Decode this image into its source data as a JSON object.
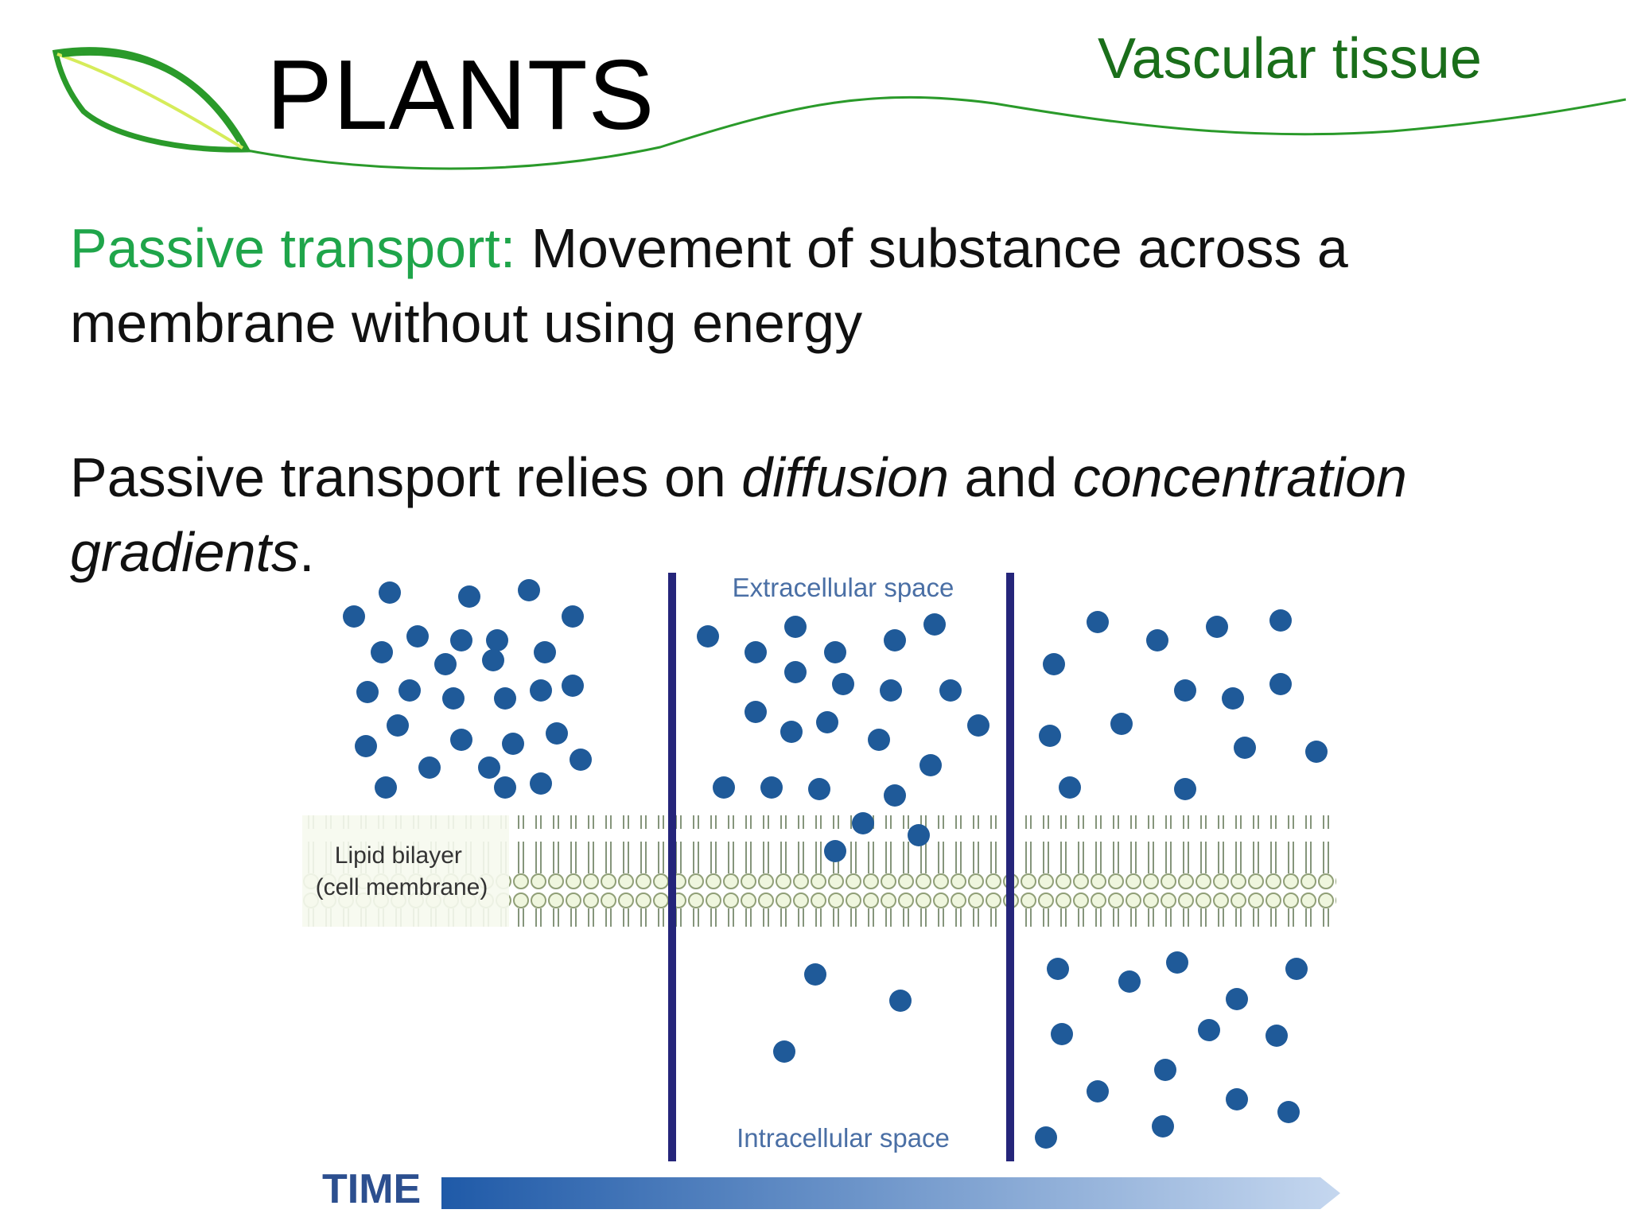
{
  "header": {
    "title": "PLANTS",
    "section": "Vascular tissue"
  },
  "body": {
    "term": "Passive transport:",
    "definition": " Movement of substance across a membrane without using energy",
    "p2_start": "Passive transport relies on ",
    "p2_em1": "diffusion",
    "p2_mid": " and ",
    "p2_em2": "concentration gradients",
    "p2_end": "."
  },
  "diagram": {
    "extracellular_label": "Extracellular space",
    "intracellular_label": "Intracellular space",
    "bilayer_label_line1": "Lipid bilayer",
    "bilayer_label_line2": "(cell membrane)",
    "time_label": "TIME"
  },
  "colors": {
    "accent_green": "#1fa54a",
    "header_green": "#1a6e1a",
    "molecule_blue": "#1f5a99",
    "divider_navy": "#25257a"
  }
}
